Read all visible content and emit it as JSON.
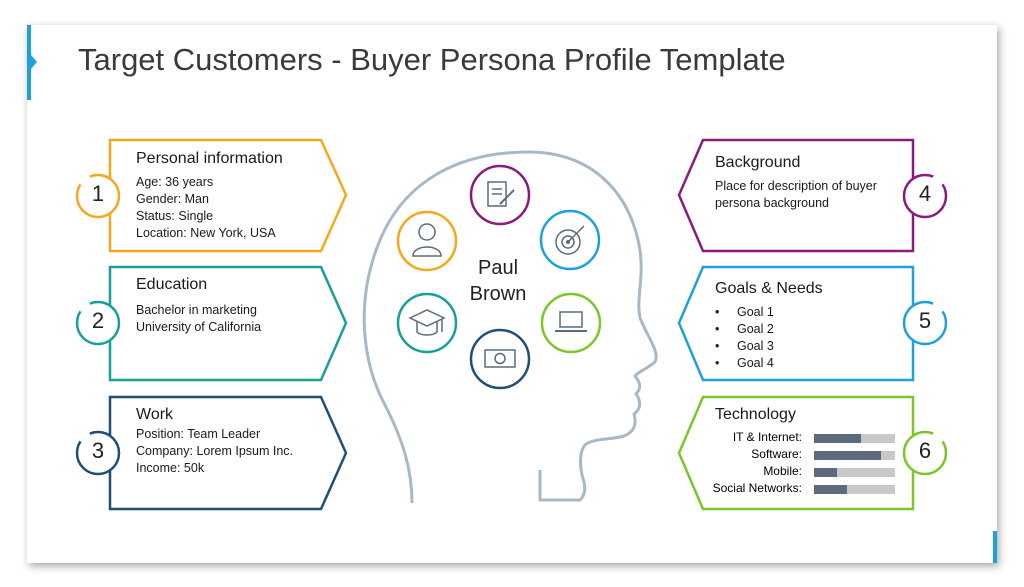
{
  "title": "Target Customers - Buyer Persona Profile Template",
  "persona": {
    "first_name": "Paul",
    "last_name": "Brown"
  },
  "colors": {
    "personal": "#f5a81c",
    "education": "#16a09a",
    "work": "#1f4e79",
    "background": "#8b1a7e",
    "goals": "#1ea1db",
    "technology": "#7cc52a",
    "head_outline": "#a9b8c6",
    "accent": "#1ea1db"
  },
  "sections": {
    "personal": {
      "number": "1",
      "heading": "Personal information",
      "lines": [
        "Age: 36 years",
        "Gender: Man",
        "Status: Single",
        "Location: New York, USA"
      ]
    },
    "education": {
      "number": "2",
      "heading": "Education",
      "lines": [
        "Bachelor in marketing",
        "University of California"
      ]
    },
    "work": {
      "number": "3",
      "heading": "Work",
      "lines": [
        "Position: Team Leader",
        "Company: Lorem Ipsum Inc.",
        "Income: 50k"
      ]
    },
    "background": {
      "number": "4",
      "heading": "Background",
      "lines": [
        "Place for description of buyer",
        "persona background"
      ]
    },
    "goals": {
      "number": "5",
      "heading": "Goals & Needs",
      "items": [
        "Goal 1",
        "Goal 2",
        "Goal 3",
        "Goal 4"
      ]
    },
    "technology": {
      "number": "6",
      "heading": "Technology",
      "rows": [
        {
          "label": "IT & Internet:",
          "level": 0.58
        },
        {
          "label": "Software:",
          "level": 0.83
        },
        {
          "label": "Mobile:",
          "level": 0.29
        },
        {
          "label": "Social Networks:",
          "level": 0.41
        }
      ]
    }
  },
  "icons": [
    "user-icon",
    "document-pen-icon",
    "target-icon",
    "graduation-cap-icon",
    "money-icon",
    "laptop-icon"
  ]
}
